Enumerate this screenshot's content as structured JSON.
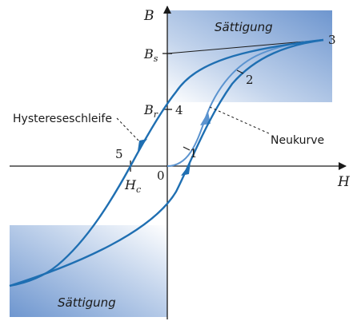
{
  "axes": {
    "x_label": "H",
    "y_label": "B"
  },
  "regions": {
    "top_label": "Sättigung",
    "bottom_label": "Sättigung"
  },
  "points": {
    "origin": "0",
    "p1": "1",
    "p2": "2",
    "p3": "3",
    "p4": "4",
    "p5": "5"
  },
  "marks": {
    "bs": {
      "main": "B",
      "sub": "s"
    },
    "br": {
      "main": "B",
      "sub": "r"
    },
    "hc": {
      "main": "H",
      "sub": "c"
    }
  },
  "annotations": {
    "hysteresis": "Hystereseschleife",
    "virgin": "Neukurve"
  },
  "colors": {
    "loop": "#1f6fb2",
    "virgin": "#5b93cf",
    "shade_dark": "#6e96cf",
    "shade_light": "#ffffff",
    "axis": "#1a1a1a"
  }
}
